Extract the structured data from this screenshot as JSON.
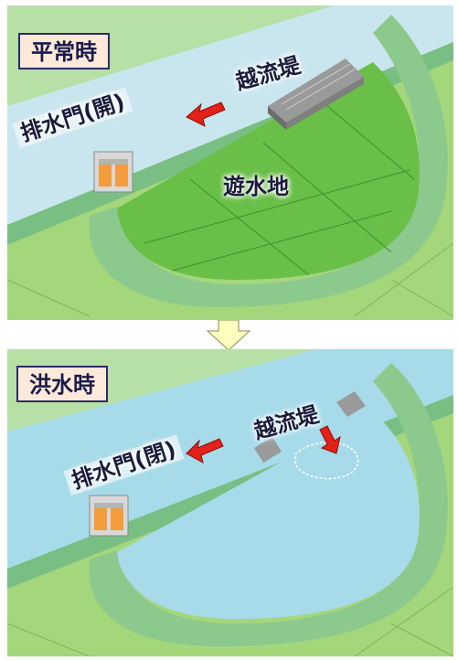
{
  "panels": {
    "normal": {
      "title": "平常時",
      "drain_gate": "排水門(開)",
      "overflow_levee": "越流堤",
      "retarding_basin": "遊水地"
    },
    "flood": {
      "title": "洪水時",
      "drain_gate": "排水門(閉)",
      "overflow_levee": "越流堤"
    }
  },
  "colors": {
    "river": "#c9e6ee",
    "levee": "#8cc98c",
    "field": "#a4d67c",
    "basin_green": "#69bf47",
    "basin_water": "#a7dbea",
    "label_bg": "#fde9d9",
    "arrow": "#e32119",
    "transition_arrow": "#ffffc0"
  }
}
